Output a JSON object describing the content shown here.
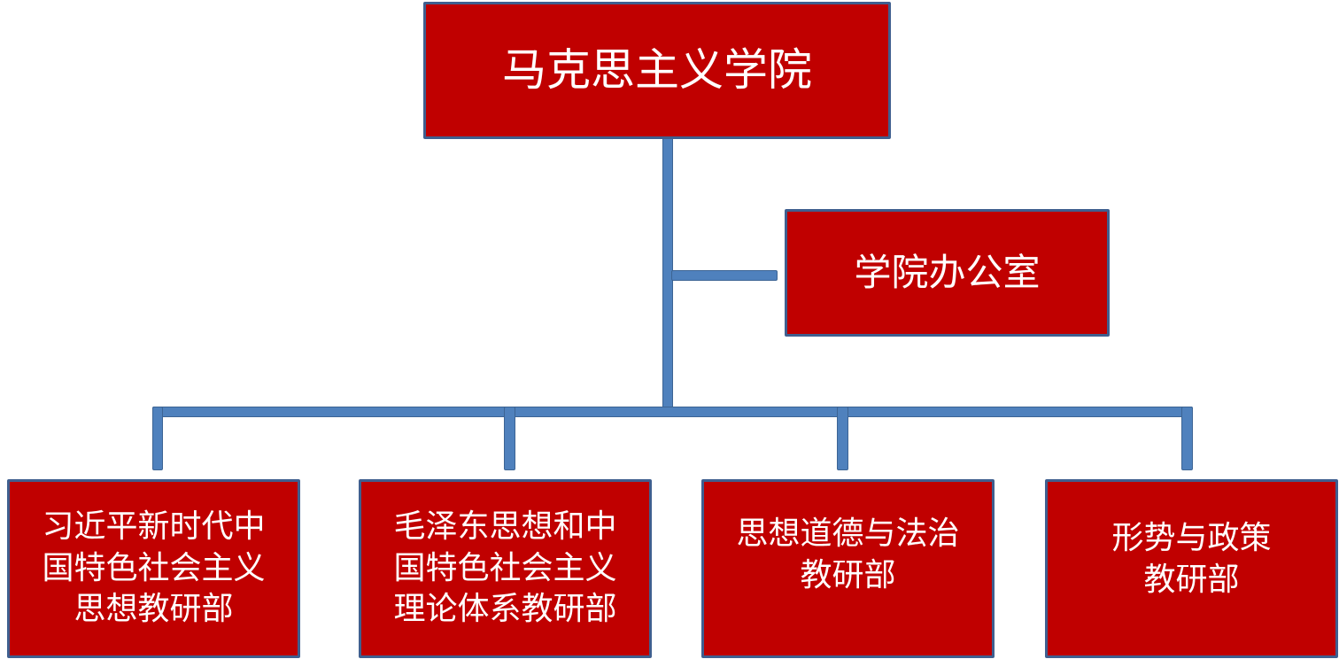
{
  "colors": {
    "box_fill": "#c00000",
    "box_border": "#3f5f8f",
    "connector": "#4f81bd",
    "text": "#ffffff"
  },
  "root": {
    "lines": [
      "马克思主义学院"
    ]
  },
  "office": {
    "lines": [
      "学院办公室"
    ]
  },
  "departments": [
    {
      "lines": [
        "习近平新时代中",
        "国特色社会主义",
        "思想教研部"
      ]
    },
    {
      "lines": [
        "毛泽东思想和中",
        "国特色社会主义",
        "理论体系教研部"
      ]
    },
    {
      "lines": [
        "思想道德与法治",
        "教研部"
      ]
    },
    {
      "lines": [
        "形势与政策",
        "教研部"
      ]
    }
  ]
}
